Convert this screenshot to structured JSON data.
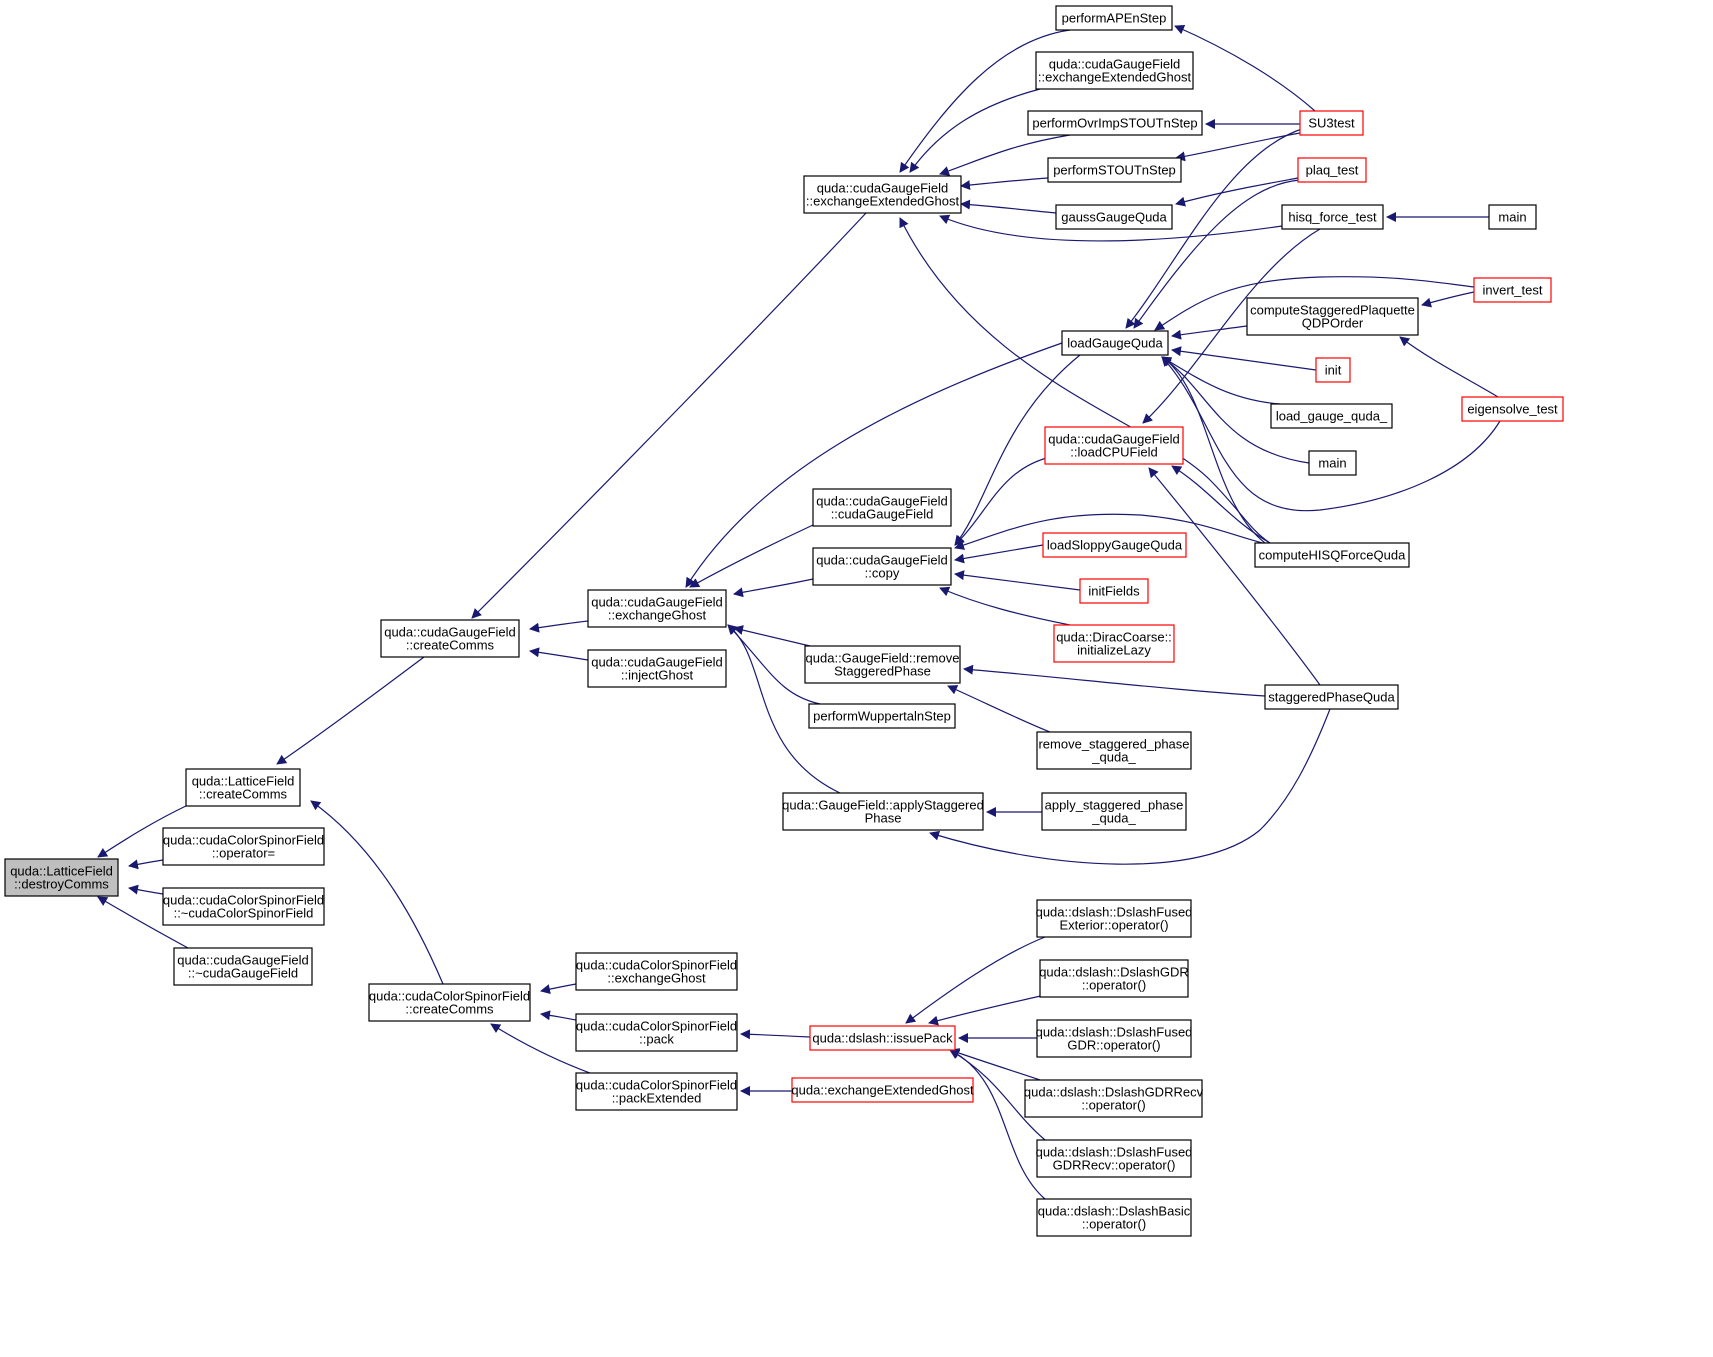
{
  "diagram": {
    "colors": {
      "edge": "#191970",
      "node_border": "#000000",
      "node_border_truncated": "#ff0000",
      "root_fill": "#bfbfbf",
      "node_fill": "#ffffff"
    },
    "nodes": [
      {
        "id": "destroyComms",
        "lines": [
          "quda::LatticeField",
          "::destroyComms"
        ],
        "style": "root"
      },
      {
        "id": "lf_createComms",
        "lines": [
          "quda::LatticeField",
          "::createComms"
        ],
        "style": "normal"
      },
      {
        "id": "ccsf_operator_eq",
        "lines": [
          "quda::cudaColorSpinorField",
          "::operator="
        ],
        "style": "normal"
      },
      {
        "id": "ccsf_dtor",
        "lines": [
          "quda::cudaColorSpinorField",
          "::~cudaColorSpinorField"
        ],
        "style": "normal"
      },
      {
        "id": "cgf_dtor",
        "lines": [
          "quda::cudaGaugeField",
          "::~cudaGaugeField"
        ],
        "style": "normal"
      },
      {
        "id": "cgf_createComms",
        "lines": [
          "quda::cudaGaugeField",
          "::createComms"
        ],
        "style": "normal"
      },
      {
        "id": "ccsf_createComms",
        "lines": [
          "quda::cudaColorSpinorField",
          "::createComms"
        ],
        "style": "normal"
      },
      {
        "id": "cgf_exchangeExtendedGhost",
        "lines": [
          "quda::cudaGaugeField",
          "::exchangeExtendedGhost"
        ],
        "style": "normal"
      },
      {
        "id": "cgf_exchangeGhost",
        "lines": [
          "quda::cudaGaugeField",
          "::exchangeGhost"
        ],
        "style": "normal"
      },
      {
        "id": "cgf_injectGhost",
        "lines": [
          "quda::cudaGaugeField",
          "::injectGhost"
        ],
        "style": "normal"
      },
      {
        "id": "ccsf_exchangeGhost",
        "lines": [
          "quda::cudaColorSpinorField",
          "::exchangeGhost"
        ],
        "style": "normal"
      },
      {
        "id": "ccsf_pack",
        "lines": [
          "quda::cudaColorSpinorField",
          "::pack"
        ],
        "style": "normal"
      },
      {
        "id": "ccsf_packExtended",
        "lines": [
          "quda::cudaColorSpinorField",
          "::packExtended"
        ],
        "style": "normal"
      },
      {
        "id": "performAPEnStep",
        "lines": [
          "performAPEnStep"
        ],
        "style": "normal"
      },
      {
        "id": "cgf_exchangeExtendedGhost2",
        "lines": [
          "quda::cudaGaugeField",
          "::exchangeExtendedGhost"
        ],
        "style": "normal"
      },
      {
        "id": "performOvrImpSTOUTnStep",
        "lines": [
          "performOvrImpSTOUTnStep"
        ],
        "style": "normal"
      },
      {
        "id": "performSTOUTnStep",
        "lines": [
          "performSTOUTnStep"
        ],
        "style": "normal"
      },
      {
        "id": "gaussGaugeQuda",
        "lines": [
          "gaussGaugeQuda"
        ],
        "style": "normal"
      },
      {
        "id": "loadGaugeQuda",
        "lines": [
          "loadGaugeQuda"
        ],
        "style": "normal"
      },
      {
        "id": "cgf_ctor",
        "lines": [
          "quda::cudaGaugeField",
          "::cudaGaugeField"
        ],
        "style": "normal"
      },
      {
        "id": "cgf_copy",
        "lines": [
          "quda::cudaGaugeField",
          "::copy"
        ],
        "style": "normal"
      },
      {
        "id": "gf_removeStaggeredPhase",
        "lines": [
          "quda::GaugeField::remove",
          "StaggeredPhase"
        ],
        "style": "normal"
      },
      {
        "id": "performWuppertalnStep",
        "lines": [
          "performWuppertalnStep"
        ],
        "style": "normal"
      },
      {
        "id": "gf_applyStaggeredPhase",
        "lines": [
          "quda::GaugeField::applyStaggered",
          "Phase"
        ],
        "style": "normal"
      },
      {
        "id": "issuePack",
        "lines": [
          "quda::dslash::issuePack"
        ],
        "style": "truncated"
      },
      {
        "id": "q_exchangeExtendedGhost",
        "lines": [
          "quda::exchangeExtendedGhost"
        ],
        "style": "truncated"
      },
      {
        "id": "cgf_loadCPUField",
        "lines": [
          "quda::cudaGaugeField",
          "::loadCPUField"
        ],
        "style": "truncated"
      },
      {
        "id": "loadSloppyGaugeQuda",
        "lines": [
          "loadSloppyGaugeQuda"
        ],
        "style": "truncated"
      },
      {
        "id": "initFields",
        "lines": [
          "initFields"
        ],
        "style": "truncated"
      },
      {
        "id": "dc_initializeLazy",
        "lines": [
          "quda::DiracCoarse::",
          "initializeLazy"
        ],
        "style": "truncated"
      },
      {
        "id": "remove_staggered_phase_quda_",
        "lines": [
          "remove_staggered_phase",
          "_quda_"
        ],
        "style": "normal"
      },
      {
        "id": "apply_staggered_phase_quda_",
        "lines": [
          "apply_staggered_phase",
          "_quda_"
        ],
        "style": "normal"
      },
      {
        "id": "dfe_op",
        "lines": [
          "quda::dslash::DslashFused",
          "Exterior::operator()"
        ],
        "style": "normal"
      },
      {
        "id": "dgdr_op",
        "lines": [
          "quda::dslash::DslashGDR",
          "::operator()"
        ],
        "style": "normal"
      },
      {
        "id": "dfgdr_op",
        "lines": [
          "quda::dslash::DslashFused",
          "GDR::operator()"
        ],
        "style": "normal"
      },
      {
        "id": "dgdrrecv_op",
        "lines": [
          "quda::dslash::DslashGDRRecv",
          "::operator()"
        ],
        "style": "normal"
      },
      {
        "id": "dfgdrrecv_op",
        "lines": [
          "quda::dslash::DslashFused",
          "GDRRecv::operator()"
        ],
        "style": "normal"
      },
      {
        "id": "dbasic_op",
        "lines": [
          "quda::dslash::DslashBasic",
          "::operator()"
        ],
        "style": "normal"
      },
      {
        "id": "SU3test",
        "lines": [
          "SU3test"
        ],
        "style": "truncated"
      },
      {
        "id": "plaq_test",
        "lines": [
          "plaq_test"
        ],
        "style": "truncated"
      },
      {
        "id": "hisq_force_test",
        "lines": [
          "hisq_force_test"
        ],
        "style": "normal"
      },
      {
        "id": "computeStaggeredPlaquetteQDPOrder",
        "lines": [
          "computeStaggeredPlaquette",
          "QDPOrder"
        ],
        "style": "normal"
      },
      {
        "id": "init",
        "lines": [
          "init"
        ],
        "style": "truncated"
      },
      {
        "id": "load_gauge_quda_",
        "lines": [
          "load_gauge_quda_"
        ],
        "style": "normal"
      },
      {
        "id": "main_a",
        "lines": [
          "main"
        ],
        "style": "normal"
      },
      {
        "id": "computeHISQForceQuda",
        "lines": [
          "computeHISQForceQuda"
        ],
        "style": "normal"
      },
      {
        "id": "staggeredPhaseQuda",
        "lines": [
          "staggeredPhaseQuda"
        ],
        "style": "normal"
      },
      {
        "id": "main_b",
        "lines": [
          "main"
        ],
        "style": "normal"
      },
      {
        "id": "invert_test",
        "lines": [
          "invert_test"
        ],
        "style": "truncated"
      },
      {
        "id": "eigensolve_test",
        "lines": [
          "eigensolve_test"
        ],
        "style": "truncated"
      }
    ]
  }
}
